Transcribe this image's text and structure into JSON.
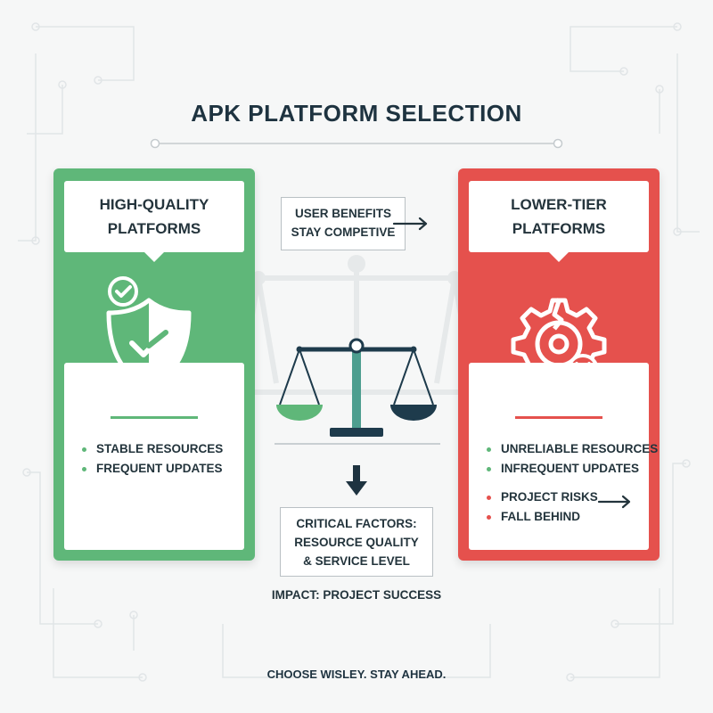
{
  "title": "APK PLATFORM SELECTION",
  "left_card": {
    "heading_line1": "HIGH-QUALITY",
    "heading_line2": "PLATFORMS",
    "bullets": [
      "STABLE RESOURCES",
      "FREQUENT UPDATES"
    ],
    "icon": "shield-check-icon",
    "color": "#5fb779"
  },
  "right_card": {
    "heading_line1": "LOWER-TIER",
    "heading_line2": "PLATFORMS",
    "bullets": [
      "UNRELIABLE RESOURCES",
      "INFREQUENT UPDATES"
    ],
    "risks": [
      "PROJECT RISKS",
      "FALL BEHIND"
    ],
    "icon": "broken-gear-icon",
    "color": "#e5514d"
  },
  "center": {
    "benefits_line1": "USER BENEFITS",
    "benefits_line2": "STAY COMPETIVE",
    "factors_line1": "CRITICAL FACTORS:",
    "factors_line2": "RESOURCE QUALITY",
    "factors_line3": "& SERVICE LEVEL",
    "impact": "IMPACT: PROJECT SUCCESS",
    "icon": "balance-scale-icon"
  },
  "footer": "CHOOSE WISLEY. STAY AHEAD."
}
